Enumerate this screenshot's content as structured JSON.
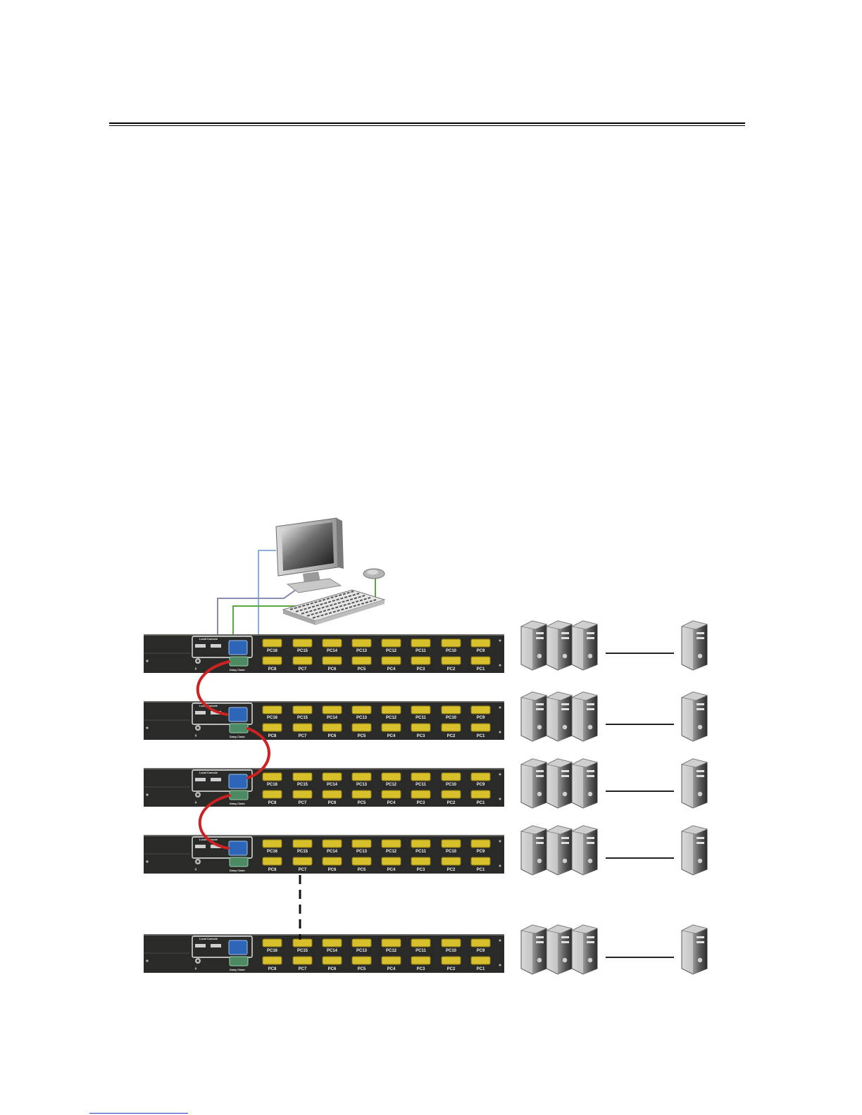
{
  "colors": {
    "chassis": "#2a2a28",
    "port_yellow": "#d8c02c",
    "vga_blue": "#2d66b8",
    "ps2_green": "#4c8a64",
    "daisy_cable": "#cc2222",
    "cable_vga": "#8bb0d8",
    "cable_kb": "#8c8cb0",
    "cable_mouse": "#5aa83c",
    "tower": "#6a6a6a"
  },
  "icons": [
    "monitor-icon",
    "keyboard-icon",
    "mouse-icon",
    "computer-tower-icon"
  ],
  "switch": {
    "section_label": "Local Console",
    "daisy_chain_label": "Daisy Chain",
    "ports_top": [
      "PC16",
      "PC15",
      "PC14",
      "PC13",
      "PC12",
      "PC11",
      "PC10",
      "PC9"
    ],
    "ports_bottom": [
      "PC8",
      "PC7",
      "PC6",
      "PC5",
      "PC4",
      "PC3",
      "PC2",
      "PC1"
    ]
  },
  "units": [
    {
      "id": 1,
      "daisy_in": false
    },
    {
      "id": 2,
      "daisy_in": true
    },
    {
      "id": 3,
      "daisy_in": true
    },
    {
      "id": 4,
      "daisy_in": true
    },
    {
      "id": 5,
      "daisy_in": false
    }
  ]
}
